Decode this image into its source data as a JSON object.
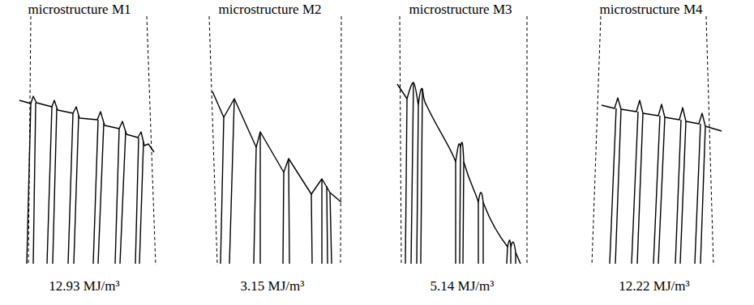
{
  "diagram": {
    "labels": [
      "microstructure M1",
      "microstructure M2",
      "microstructure M3",
      "microstructure M4",
      "12.93 MJ/m³",
      "3.15 MJ/m³",
      "5.14 MJ/m³",
      "12.22 MJ/m³"
    ]
  }
}
